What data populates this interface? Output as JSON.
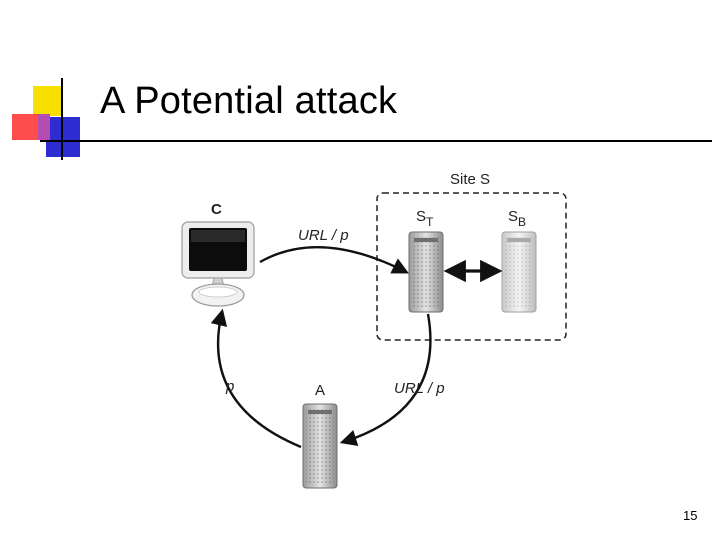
{
  "slide": {
    "title": "A Potential attack",
    "page_number": "15"
  },
  "diagram": {
    "site_label": "Site S",
    "nodes": {
      "client": "C",
      "server_t_main": "S",
      "server_t_sub": "T",
      "server_b_main": "S",
      "server_b_sub": "B",
      "attacker": "A"
    },
    "edges": {
      "client_to_st": "URL / p",
      "st_to_attacker": "URL / p",
      "attacker_to_client": "p"
    }
  }
}
